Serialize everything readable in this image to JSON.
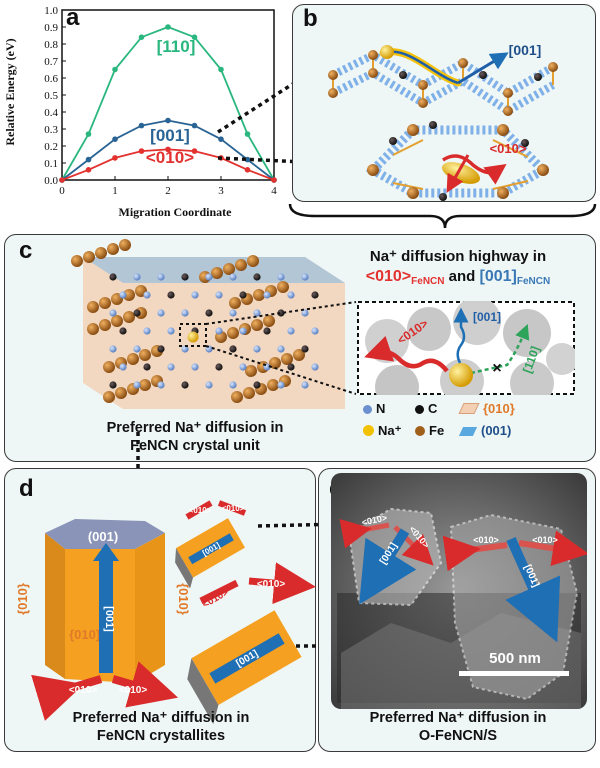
{
  "panel_labels": {
    "a": "a",
    "b": "b",
    "c": "c",
    "d": "d",
    "e": "e"
  },
  "panel_a": {
    "ylabel": "Relative Energy (eV)",
    "xlabel": "Migration Coordinate",
    "xticks": [
      "0",
      "1",
      "2",
      "3",
      "4"
    ],
    "yticks": [
      "0.0",
      "0.1",
      "0.2",
      "0.3",
      "0.4",
      "0.5",
      "0.6",
      "0.7",
      "0.8",
      "0.9",
      "1.0"
    ],
    "labels": {
      "s110": "[110]",
      "s001": "[001]",
      "s010": "<010>"
    }
  },
  "chart_data": {
    "type": "line",
    "xlabel": "Migration Coordinate",
    "ylabel": "Relative Energy (eV)",
    "xlim": [
      0,
      4
    ],
    "ylim": [
      0,
      1.0
    ],
    "grid": false,
    "series": [
      {
        "name": "[110]",
        "color": "#2ab77f",
        "x": [
          0,
          0.5,
          1,
          1.5,
          2,
          2.5,
          3,
          3.5,
          4
        ],
        "values": [
          0,
          0.27,
          0.65,
          0.84,
          0.9,
          0.84,
          0.65,
          0.27,
          0
        ]
      },
      {
        "name": "[001]",
        "color": "#2a6495",
        "x": [
          0,
          0.5,
          1,
          1.5,
          2,
          2.5,
          3,
          3.5,
          4
        ],
        "values": [
          0,
          0.12,
          0.24,
          0.32,
          0.35,
          0.32,
          0.24,
          0.12,
          0
        ]
      },
      {
        "name": "<010>",
        "color": "#e2312f",
        "x": [
          0,
          0.5,
          1,
          1.5,
          2,
          2.5,
          3,
          3.5,
          4
        ],
        "values": [
          0,
          0.06,
          0.13,
          0.17,
          0.18,
          0.17,
          0.13,
          0.06,
          0
        ]
      }
    ]
  },
  "panel_b": {
    "label001": "[001]",
    "label010": "<010>"
  },
  "panel_c": {
    "title_line1": "Na⁺ diffusion highway in",
    "t010": "<010>",
    "sub1": "FeNCN",
    "and": "and",
    "t001": "[001]",
    "sub2": "FeNCN",
    "inset_010": "<010>",
    "inset_001": "[001]",
    "inset_110": "[110]",
    "legend": {
      "n": "N",
      "c": "C",
      "p010": "{010}",
      "na": "Na⁺",
      "fe": "Fe",
      "p001": "(001)"
    },
    "caption1": "Preferred Na⁺ diffusion in",
    "caption2": "FeNCN crystal unit"
  },
  "panel_d": {
    "top": "(001)",
    "side_l": "{010}",
    "side_r": "{010}",
    "face": "{010}",
    "arrow_001": "[001]",
    "bottom_l": "<010>",
    "bottom_r": "<010>",
    "s1_001": "[001]",
    "s1_010a": "<010>",
    "s1_010b": "<010>",
    "s2_010a": "<010>",
    "s2_010b": "<010>",
    "s2_001": "[001]",
    "caption1": "Preferred Na⁺ diffusion in",
    "caption2": "FeNCN crystallites"
  },
  "panel_e": {
    "a_010a": "<010>",
    "a_010b": "<010>",
    "a_001": "[001]",
    "b_010a": "<010>",
    "b_010b": "<010>",
    "b_001": "[001]",
    "scale": "500 nm",
    "caption1": "Preferred Na⁺ diffusion in",
    "caption2": "O-FeNCN/S"
  }
}
